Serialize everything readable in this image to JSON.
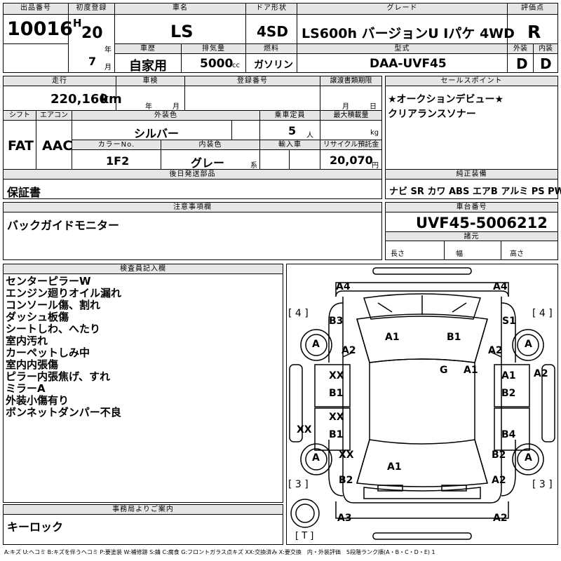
{
  "header": {
    "lot_no_label": "出品番号",
    "lot_no": "10016",
    "first_reg_label": "初度登録",
    "era": "H",
    "year": "20",
    "year_unit": "年",
    "month": "7",
    "month_unit": "月",
    "car_name_label": "車名",
    "car_name": "LS",
    "door_label": "ドア形状",
    "door": "4SD",
    "grade_label": "グレード",
    "grade": "LS600h バージョンU Iパケ 4WD",
    "score_label": "評価点",
    "score": "R",
    "history_label": "車歴",
    "history": "自家用",
    "displacement_label": "排気量",
    "displacement": "5000",
    "displacement_unit": "cc",
    "fuel_label": "燃料",
    "fuel": "ガソリン",
    "model_label": "型式",
    "model": "DAA-UVF45",
    "ext_label": "外装",
    "ext": "D",
    "int_label": "内装",
    "int": "D"
  },
  "row2": {
    "mileage_label": "走行",
    "mileage": "220,160",
    "mileage_unit": "km",
    "inspection_label": "車検",
    "ins_year": "年",
    "ins_month": "月",
    "reg_no_label": "登録番号",
    "transfer_label": "譲渡書類期限",
    "tr_month": "月",
    "tr_day": "日",
    "shift_label": "シフト",
    "shift": "FAT",
    "ac_label": "エアコン",
    "ac": "AAC",
    "ext_color_label": "外装色",
    "ext_color": "シルバー",
    "color_no_label": "カラーNo.",
    "color_no": "1F2",
    "int_color_label": "内装色",
    "int_color": "グレー",
    "int_color_unit": "系",
    "capacity_label": "乗車定員",
    "capacity": "5",
    "capacity_unit": "人",
    "load_label": "最大積載量",
    "load_unit": "kg",
    "import_label": "輸入車",
    "recycle_label": "リサイクル預託金",
    "recycle": "20,070",
    "recycle_unit": "円",
    "later_label": "後日発送部品",
    "later": "保証書",
    "selling_label": "セールスポイント",
    "selling_1": "★オークションデビュー★",
    "selling_2": "クリアランスソナー",
    "equip_label": "純正装備",
    "equip": [
      "ナビ",
      "SR",
      "カワ",
      "ABS",
      "エアB",
      "アルミ",
      "PS",
      "PW"
    ]
  },
  "notes": {
    "caution_label": "注意事項欄",
    "caution": "バックガイドモニター",
    "chassis_label": "車台番号",
    "chassis": "UVF45-5006212",
    "dims_label": "諸元",
    "len": "長さ",
    "wid": "幅",
    "hei": "高さ"
  },
  "inspector": {
    "label": "検査員記入欄",
    "lines": [
      "センターピラーW",
      "エンジン廻りオイル漏れ",
      "コンソール傷、割れ",
      "ダッシュ板傷",
      "シートしわ、へたり",
      "室内汚れ",
      "カーペットしみ中",
      "室内内張傷",
      "ピラー内張焦げ、すれ",
      "ミラーA",
      "外装小傷有り",
      "ボンネットダンパー不良"
    ]
  },
  "office": {
    "label": "事務局よりご案内",
    "text": "キーロック"
  },
  "diagram": {
    "codes": {
      "a4l": "A4",
      "a4r": "A4",
      "b3": "B3",
      "s1": "S1",
      "a1f": "A1",
      "b1f": "B1",
      "a2l": "A2",
      "a2r": "A2",
      "g": "G",
      "a1m": "A1",
      "xx1": "XX",
      "b1a": "B1",
      "a1r": "A1",
      "b2r": "B2",
      "a2e": "A2",
      "xx2": "XX",
      "b1b": "B1",
      "b4": "B4",
      "xxl": "XX",
      "xx3": "XX",
      "b2rr": "B2",
      "a1rr": "A1",
      "b2l": "B2",
      "a2rr": "A2",
      "a3": "A3",
      "a2b": "A2",
      "tl": "A",
      "tr": "A",
      "bl": "A",
      "br": "A",
      "br4l": "[ 4 ]",
      "br4r": "[ 4 ]",
      "br3l": "[ 3 ]",
      "br3r": "[ 3 ]",
      "brt": "[ T ]"
    }
  },
  "legend": "A:キズ U:ヘコミ B:キズを伴うヘコミ P:要塗装 W:補修跡 S:錆 C:腐食 G:フロントガラス点キズ XX:交換済み X:要交換　内・外装評価　5段階ランク順(A・B・C・D・E) 1"
}
